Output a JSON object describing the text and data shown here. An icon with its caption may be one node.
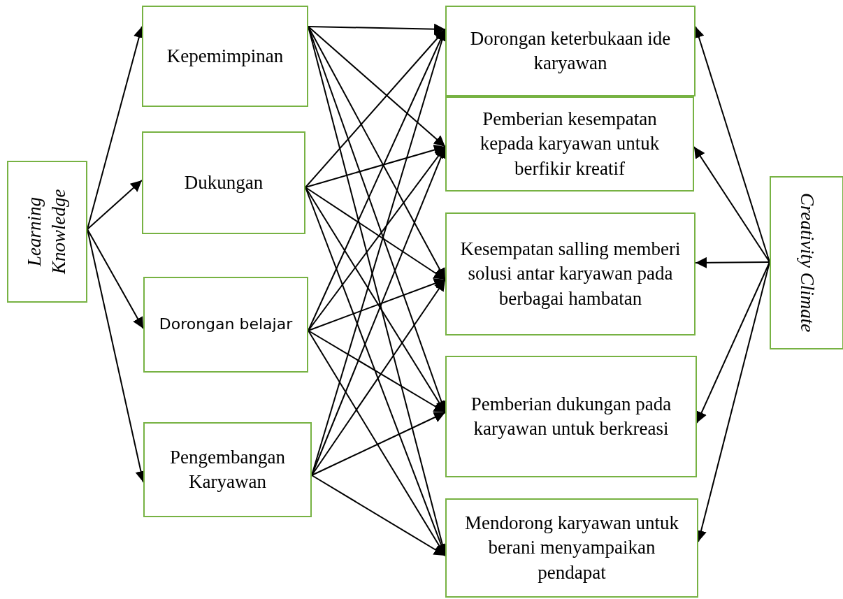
{
  "diagram": {
    "nodes": [
      {
        "text": [
          "Learning Knowledge"
        ]
      },
      {
        "text": [
          "Kepemimpinan"
        ]
      },
      {
        "text": [
          "Dukungan"
        ]
      },
      {
        "text": [
          "Dorongan belajar"
        ]
      },
      {
        "text": [
          "Pengembangan Karyawan"
        ]
      },
      {
        "text": [
          "Dorongan keterbukaan ide karyawan"
        ]
      },
      {
        "text": [
          "Pemberian kesempatan kepada karyawan untuk berfikir kreatif"
        ]
      },
      {
        "text": [
          "Kesempatan salling memberi solusi antar karyawan pada berbagai hambatan"
        ]
      },
      {
        "text": [
          "Pemberian dukungan pada karyawan untuk berkreasi"
        ]
      },
      {
        "text": [
          "Mendorong karyawan untuk berani menyampaikan pendapat"
        ]
      },
      {
        "text": [
          "Creativity Climate"
        ]
      }
    ],
    "edges": [
      {
        "from": 0,
        "to": 1,
        "arrow": "to"
      },
      {
        "from": 0,
        "to": 2,
        "arrow": "to"
      },
      {
        "from": 0,
        "to": 3,
        "arrow": "to"
      },
      {
        "from": 0,
        "to": 4,
        "arrow": "to"
      },
      {
        "from": 1,
        "to": 5,
        "arrow": "to"
      },
      {
        "from": 1,
        "to": 6,
        "arrow": "to"
      },
      {
        "from": 1,
        "to": 7,
        "arrow": "to"
      },
      {
        "from": 1,
        "to": 8,
        "arrow": "to"
      },
      {
        "from": 1,
        "to": 9,
        "arrow": "to"
      },
      {
        "from": 2,
        "to": 5,
        "arrow": "to"
      },
      {
        "from": 2,
        "to": 6,
        "arrow": "to"
      },
      {
        "from": 2,
        "to": 7,
        "arrow": "to"
      },
      {
        "from": 2,
        "to": 8,
        "arrow": "to"
      },
      {
        "from": 2,
        "to": 9,
        "arrow": "to"
      },
      {
        "from": 3,
        "to": 5,
        "arrow": "to"
      },
      {
        "from": 3,
        "to": 6,
        "arrow": "to"
      },
      {
        "from": 3,
        "to": 7,
        "arrow": "to"
      },
      {
        "from": 3,
        "to": 8,
        "arrow": "to"
      },
      {
        "from": 3,
        "to": 9,
        "arrow": "to"
      },
      {
        "from": 4,
        "to": 5,
        "arrow": "to"
      },
      {
        "from": 4,
        "to": 6,
        "arrow": "to"
      },
      {
        "from": 4,
        "to": 7,
        "arrow": "to"
      },
      {
        "from": 4,
        "to": 8,
        "arrow": "to"
      },
      {
        "from": 4,
        "to": 9,
        "arrow": "to"
      },
      {
        "from": 10,
        "to": 5,
        "arrow": "to"
      },
      {
        "from": 10,
        "to": 6,
        "arrow": "to"
      },
      {
        "from": 10,
        "to": 7,
        "arrow": "to"
      },
      {
        "from": 10,
        "to": 8,
        "arrow": "to"
      },
      {
        "from": 10,
        "to": 9,
        "arrow": "to"
      }
    ]
  }
}
